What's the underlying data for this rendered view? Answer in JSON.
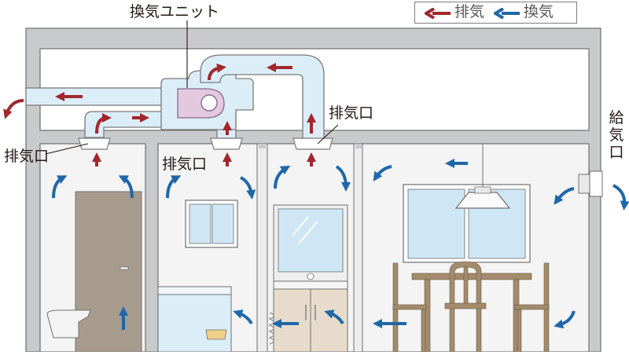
{
  "legend": {
    "exhaust_label": "排気",
    "supply_label": "換気",
    "exhaust_color": "#a2272c",
    "supply_color": "#1f67a8"
  },
  "labels": {
    "ventilation_unit": "換気ユニット",
    "exhaust_port_toilet": "排気口",
    "exhaust_port_bath": "排気口",
    "exhaust_port_washroom": "排気口",
    "supply_port": "給気口"
  },
  "rooms": [
    {
      "name": "toilet",
      "items": [
        "door",
        "toilet"
      ]
    },
    {
      "name": "bathroom",
      "items": [
        "window",
        "bathtub",
        "bucket"
      ]
    },
    {
      "name": "washroom",
      "items": [
        "vanity-with-mirror",
        "cabinet"
      ]
    },
    {
      "name": "dining",
      "items": [
        "window",
        "pendant-lamp",
        "dining-table",
        "chairs"
      ]
    }
  ],
  "colors": {
    "wall": "#c9cacb",
    "wall_stroke": "#6f6f6f",
    "room_bg": "#f4f4f4",
    "duct_fill": "#dbeef8",
    "duct_stroke": "#7a7a7a",
    "unit_fill": "#e2c9df",
    "window_fill": "#cfe6f5",
    "wood": "#a38b6c",
    "vanity": "#e7dccb"
  }
}
